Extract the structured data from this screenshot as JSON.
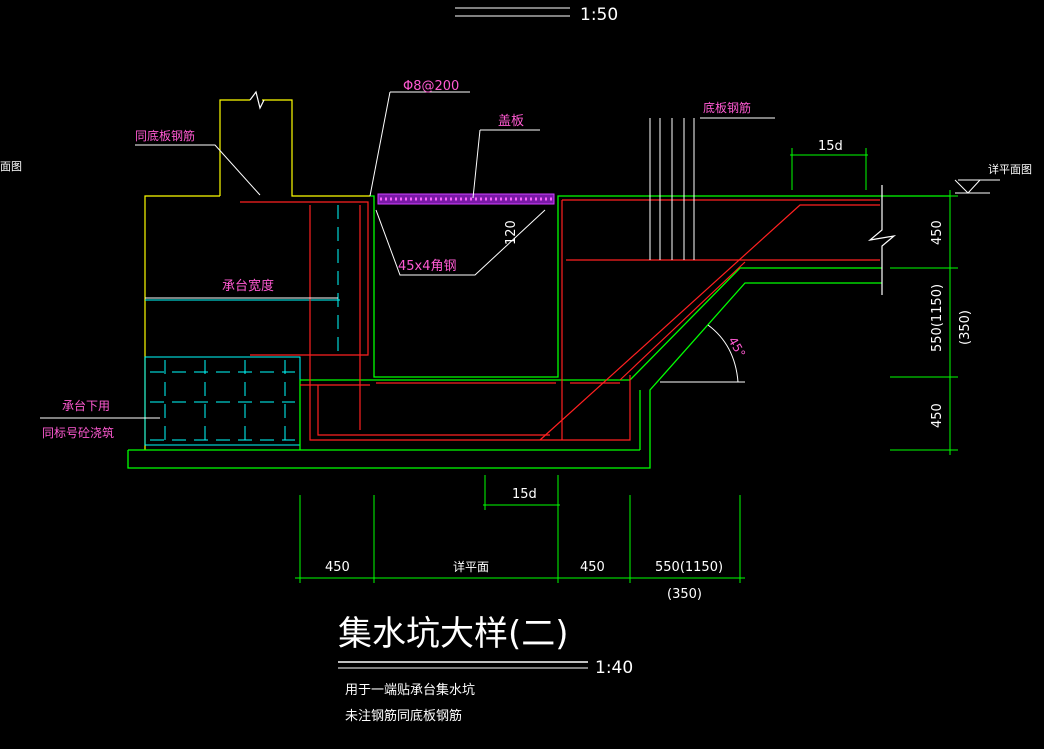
{
  "scale_top": "1:50",
  "labels": {
    "tie_rebar": "Φ8@200",
    "cover_plate": "盖板",
    "bottom_rebar": "底板钢筋",
    "same_bottom_rebar": "同底板钢筋",
    "cap_width": "承台宽度",
    "angle_steel": "45x4角钢",
    "cover_thickness": "120",
    "cap_below_1": "承台下用",
    "cap_below_2": "同标号砼浇筑",
    "left_edge": "面图",
    "detail_plan": "详平面图",
    "anchor_top": "15d",
    "anchor_bottom": "15d",
    "angle": "45°"
  },
  "dims_right": {
    "d1": "450",
    "d2": "550(1150)",
    "d2_alt": "(350)",
    "d3": "450"
  },
  "dims_bottom": {
    "d1": "450",
    "d2": "详平面",
    "d3": "450",
    "d4": "550(1150)",
    "d4_alt": "(350)"
  },
  "title": "集水坑大样(二)",
  "scale_bottom": "1:40",
  "notes": [
    "用于一端贴承台集水坑",
    "未注钢筋同底板钢筋"
  ],
  "colors": {
    "slab": "#00ff00",
    "rebar": "#ff2020",
    "dim": "#00ff00",
    "hidden": "#00ffff",
    "pile_cap": "#ffff00",
    "leader": "#ffffff",
    "label": "#ff5ad2"
  }
}
